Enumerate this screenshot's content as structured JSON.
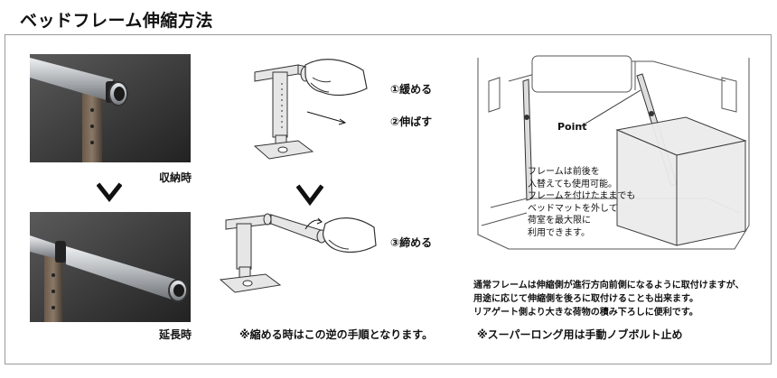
{
  "title": "ベッドフレーム伸縮方法",
  "photos": {
    "stored_caption": "収納時",
    "extended_caption": "延長時"
  },
  "steps": {
    "loosen": "①緩める",
    "extend": "②伸ばす",
    "tighten": "③締める"
  },
  "reverse_note": "※縮める時はこの逆の手順となります。",
  "car_view": {
    "point_label": "Point",
    "callout_lines": [
      "フレームは前後を",
      "入替えても使用可能。",
      "フレームを付けたままでも",
      "ベッドマットを外して",
      "荷室を最大限に",
      "利用できます。"
    ]
  },
  "install_notes": [
    "通常フレームは伸縮側が進行方向前側になるように取付けますが、",
    "用途に応じて伸縮側を後ろに取付けることも出来ます。",
    "リアゲート側より大きな荷物の積み下ろしに便利です。"
  ],
  "super_long_note": "※スーパーロング用は手動ノブボルト止め",
  "colors": {
    "photo_bg": "#3c3c3c",
    "tube": "#b8bcc0",
    "border": "#9a9a9a",
    "text": "#111111"
  },
  "icons": [
    "down-arrow-icon",
    "hand-icon",
    "turn-arrow-icon"
  ]
}
